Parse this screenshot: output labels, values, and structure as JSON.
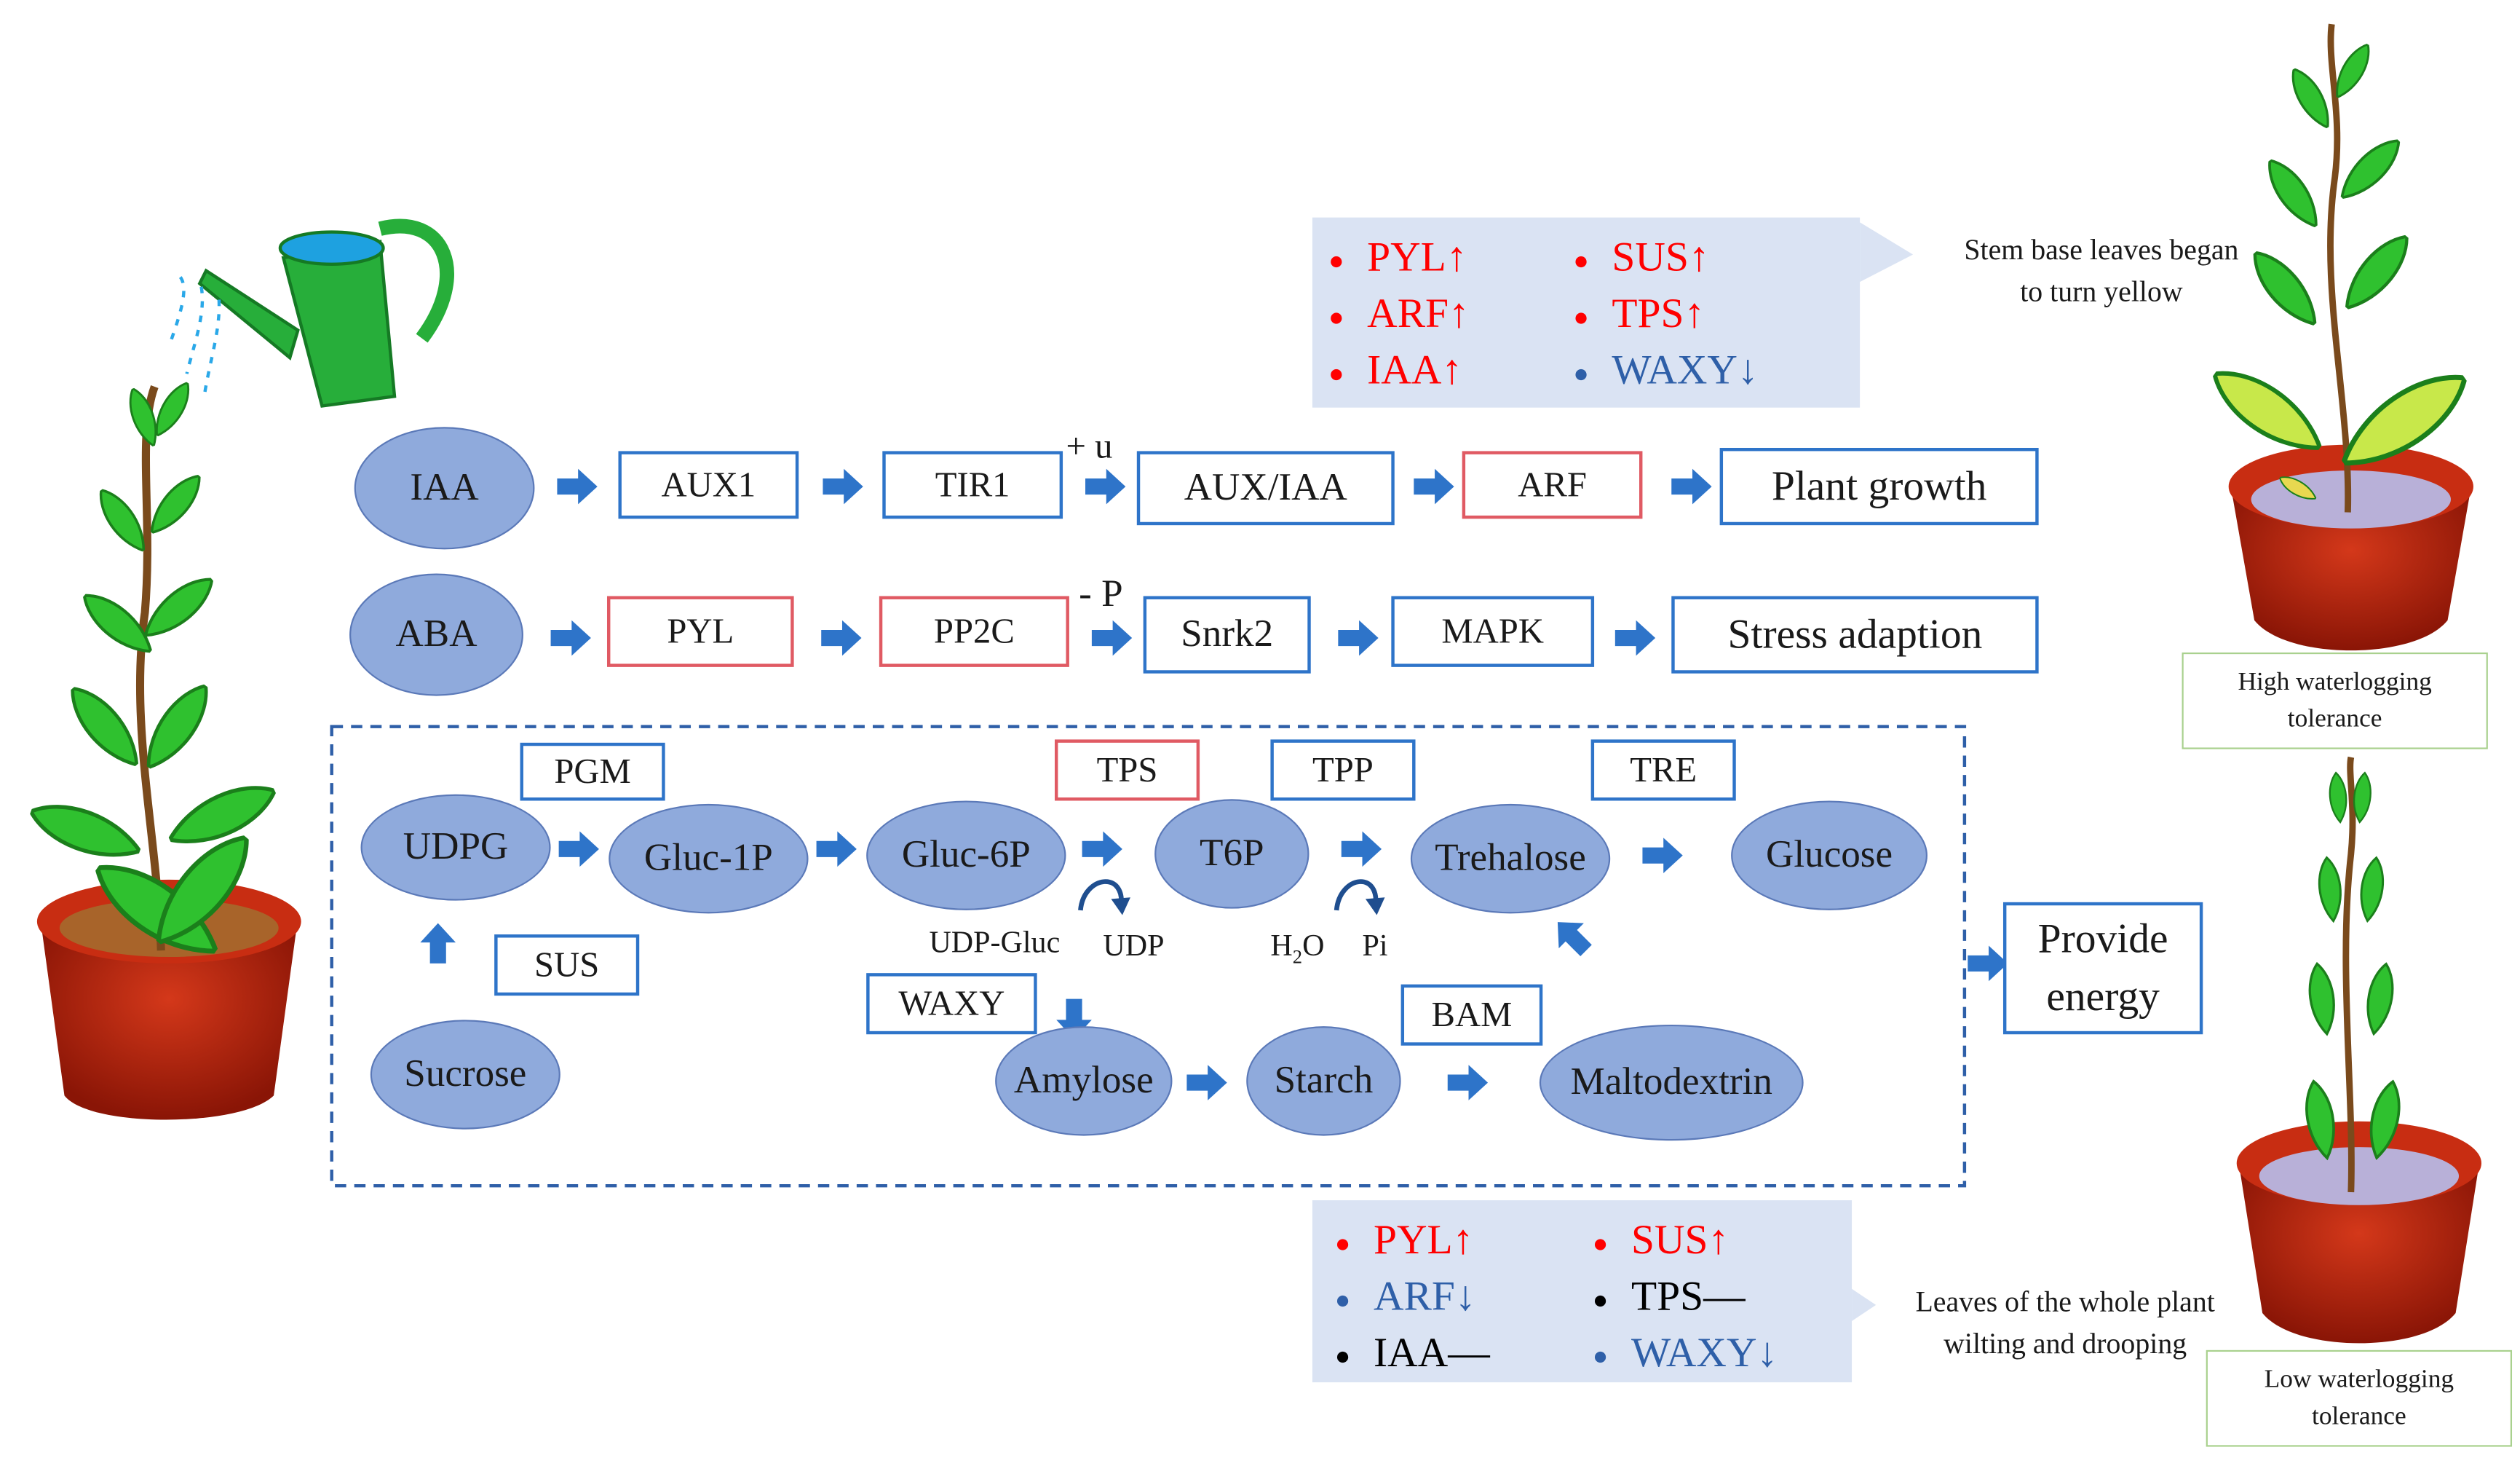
{
  "pathway_auxin": {
    "hormone": "IAA",
    "steps": [
      "AUX1",
      "TIR1",
      "AUX/IAA",
      "ARF"
    ],
    "ubiquitination_label": "+ u",
    "outcome": "Plant growth"
  },
  "pathway_aba": {
    "hormone": "ABA",
    "steps": [
      "PYL",
      "PP2C",
      "Snrk2",
      "MAPK"
    ],
    "phosphorylation_label": "- P",
    "outcome": "Stress adaption"
  },
  "metabolism": {
    "udpg": "UDPG",
    "gluc1p": "Gluc-1P",
    "gluc6p": "Gluc-6P",
    "t6p": "T6P",
    "trehalose": "Trehalose",
    "glucose": "Glucose",
    "sucrose": "Sucrose",
    "amylose": "Amylose",
    "starch": "Starch",
    "maltodextrin": "Maltodextrin",
    "enzymes": {
      "pgm": "PGM",
      "tps": "TPS",
      "tpp": "TPP",
      "tre": "TRE",
      "sus": "SUS",
      "waxy": "WAXY",
      "bam": "BAM"
    },
    "cofactors": {
      "udp_gluc": "UDP-Gluc",
      "udp": "UDP",
      "h2o_prefix": "H",
      "h2o_sub": "2",
      "h2o_suffix": "O",
      "pi": "Pi"
    },
    "result": "Provide energy"
  },
  "callout_high": {
    "items": [
      {
        "text": "PYL↑",
        "color": "#ff0000"
      },
      {
        "text": "ARF↑",
        "color": "#ff0000"
      },
      {
        "text": "IAA↑",
        "color": "#ff0000"
      },
      {
        "text": "SUS↑",
        "color": "#ff0000"
      },
      {
        "text": "TPS↑",
        "color": "#ff0000"
      },
      {
        "text": "WAXY↓",
        "color": "#2e5fa8"
      }
    ],
    "note": [
      "Stem base leaves began",
      "to turn yellow"
    ],
    "label": [
      "High waterlogging",
      "tolerance"
    ]
  },
  "callout_low": {
    "items": [
      {
        "text": "PYL↑",
        "color": "#ff0000"
      },
      {
        "text": "ARF↓",
        "color": "#2e5fa8"
      },
      {
        "text": "IAA—",
        "color": "#000000"
      },
      {
        "text": "SUS↑",
        "color": "#ff0000"
      },
      {
        "text": "TPS—",
        "color": "#000000"
      },
      {
        "text": "WAXY↓",
        "color": "#2e5fa8"
      }
    ],
    "note": [
      "Leaves of the whole plant",
      "wilting and drooping"
    ],
    "label": [
      "Low waterlogging",
      "tolerance"
    ]
  },
  "colors": {
    "node_fill": "#8faadc",
    "box_border": "#2e74c9",
    "highlight_border": "#e05a63",
    "arrow": "#2e74c9",
    "callout_bg": "#dae3f3",
    "leaf_green": "#2fc12f",
    "yellow_leaf": "#c8e84a",
    "pot": "#b0200e"
  },
  "icons": [
    "watering-can-icon",
    "plant-icon"
  ]
}
